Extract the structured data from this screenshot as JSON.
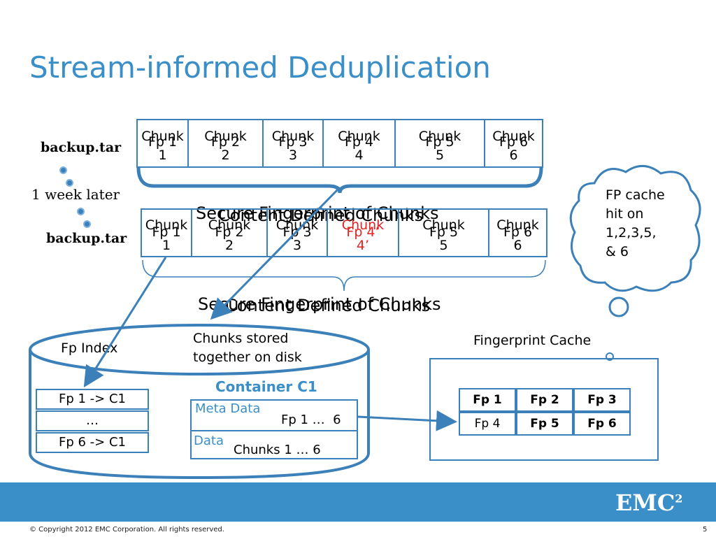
{
  "title": "Stream-informed Deduplication",
  "top_row": {
    "label": "backup.tar",
    "chunks": [
      {
        "chunk": "Chunk",
        "num": "1",
        "fp": "Fp 1"
      },
      {
        "chunk": "Chunk",
        "num": "2",
        "fp": "Fp 2"
      },
      {
        "chunk": "Chunk",
        "num": "3",
        "fp": "Fp 3"
      },
      {
        "chunk": "Chunk",
        "num": "4",
        "fp": "Fp 4"
      },
      {
        "chunk": "Chunk",
        "num": "5",
        "fp": "Fp 5"
      },
      {
        "chunk": "Chunk",
        "num": "6",
        "fp": "Fp 6"
      }
    ],
    "brace_text_a": "Content Defined Chunks",
    "brace_text_b": "Secure Fingerprint of Chunks"
  },
  "time_label": "1 week later",
  "bottom_row": {
    "label": "backup.tar",
    "chunks": [
      {
        "chunk": "Chunk",
        "num": "1",
        "fp": "Fp 1"
      },
      {
        "chunk": "Chunk",
        "num": "2",
        "fp": "Fp 2"
      },
      {
        "chunk": "Chunk",
        "num": "3",
        "fp": "Fp 3"
      },
      {
        "chunk": "Chunk",
        "num": "4’",
        "fp": "Fp 4’"
      },
      {
        "chunk": "Chunk",
        "num": "5",
        "fp": "Fp 5"
      },
      {
        "chunk": "Chunk",
        "num": "6",
        "fp": "Fp 6"
      }
    ],
    "brace_text_a": "Content Defined Chunks",
    "brace_text_b": "Secure Fingerprint of Chunks"
  },
  "thought_bubble": {
    "line1": "FP cache",
    "line2": "hit on",
    "line3": "1,2,3,5,",
    "line4": "& 6"
  },
  "disk": {
    "fp_index_label": "Fp Index",
    "chunks_stored_line1": "Chunks stored",
    "chunks_stored_line2": "together on disk",
    "fp_index_rows": [
      "Fp 1 -> C1",
      "…",
      "Fp 6 -> C1"
    ],
    "container_title": "Container C1",
    "meta_label": "Meta Data",
    "meta_value": "Fp 1 …  6",
    "data_label": "Data",
    "data_value": "Chunks 1 … 6"
  },
  "fingerprint_cache": {
    "label": "Fingerprint Cache",
    "cells": [
      {
        "text": "Fp 1",
        "bold": true
      },
      {
        "text": "Fp 2",
        "bold": true
      },
      {
        "text": "Fp 3",
        "bold": true
      },
      {
        "text": "Fp 4",
        "bold": false
      },
      {
        "text": "Fp 5",
        "bold": true
      },
      {
        "text": "Fp 6",
        "bold": true
      }
    ]
  },
  "footer": {
    "logo_text": "EMC",
    "logo_sup": "2",
    "copyright": "© Copyright 2012 EMC Corporation. All rights reserved.",
    "page_number": "5"
  },
  "colors": {
    "accent": "#3a8fc8",
    "line": "#3b80b9",
    "changed_chunk": "#e52222"
  }
}
